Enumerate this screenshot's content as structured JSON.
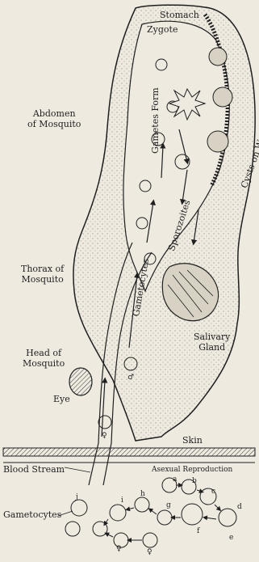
{
  "labels": {
    "stomach": "Stomach",
    "zygote": "Zygote",
    "abdomen": "Abdomen\nof Mosquito",
    "thorax": "Thorax of\nMosquito",
    "head": "Head of\nMosquito",
    "eye": "Eye",
    "skin": "Skin",
    "blood_stream": "Blood Stream",
    "gametocytes_bottom": "Gametocytes",
    "asexual": "Asexual Reproduction",
    "salivary": "Salivary\nGland",
    "gametes_form": "Gametes Form",
    "cysts": "Cysts on Wall of Stomach",
    "sporozoites": "Sporozoites",
    "gametocytes_vertical": "Gametocytes"
  },
  "stage_letters": [
    "a",
    "b",
    "c",
    "d",
    "e",
    "f",
    "g",
    "h",
    "i",
    "j"
  ],
  "sex_symbols": {
    "female": "♀",
    "male": "♂"
  },
  "colors": {
    "background": "#eeeae0",
    "ink": "#1f1f1f",
    "stipple": "#8a8478",
    "tissue": "#d8d2c4"
  }
}
